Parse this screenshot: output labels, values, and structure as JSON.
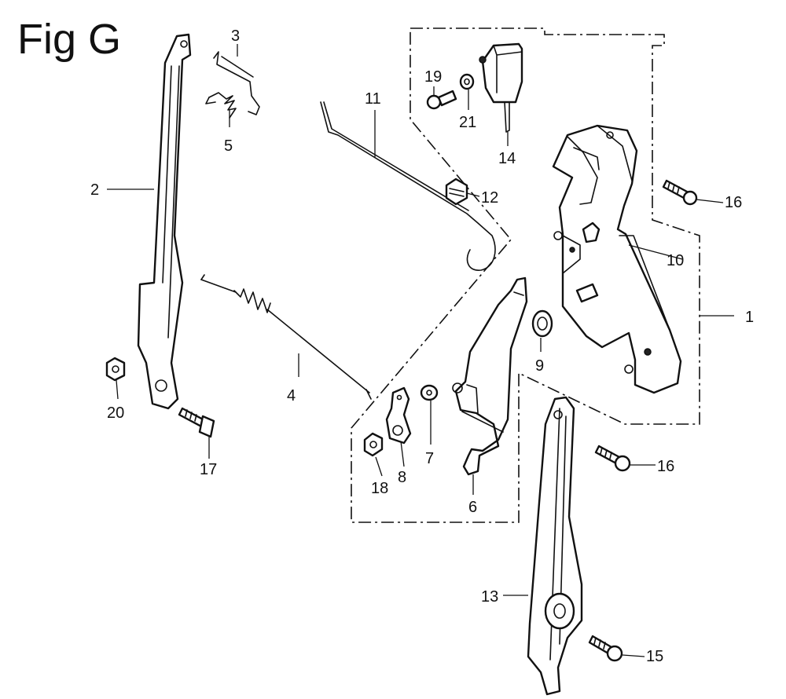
{
  "title": "Fig G",
  "callouts": [
    "1",
    "2",
    "3",
    "4",
    "5",
    "6",
    "7",
    "8",
    "9",
    "10",
    "11",
    "12",
    "13",
    "14",
    "15",
    "16",
    "16",
    "17",
    "18",
    "19",
    "20",
    "21"
  ]
}
